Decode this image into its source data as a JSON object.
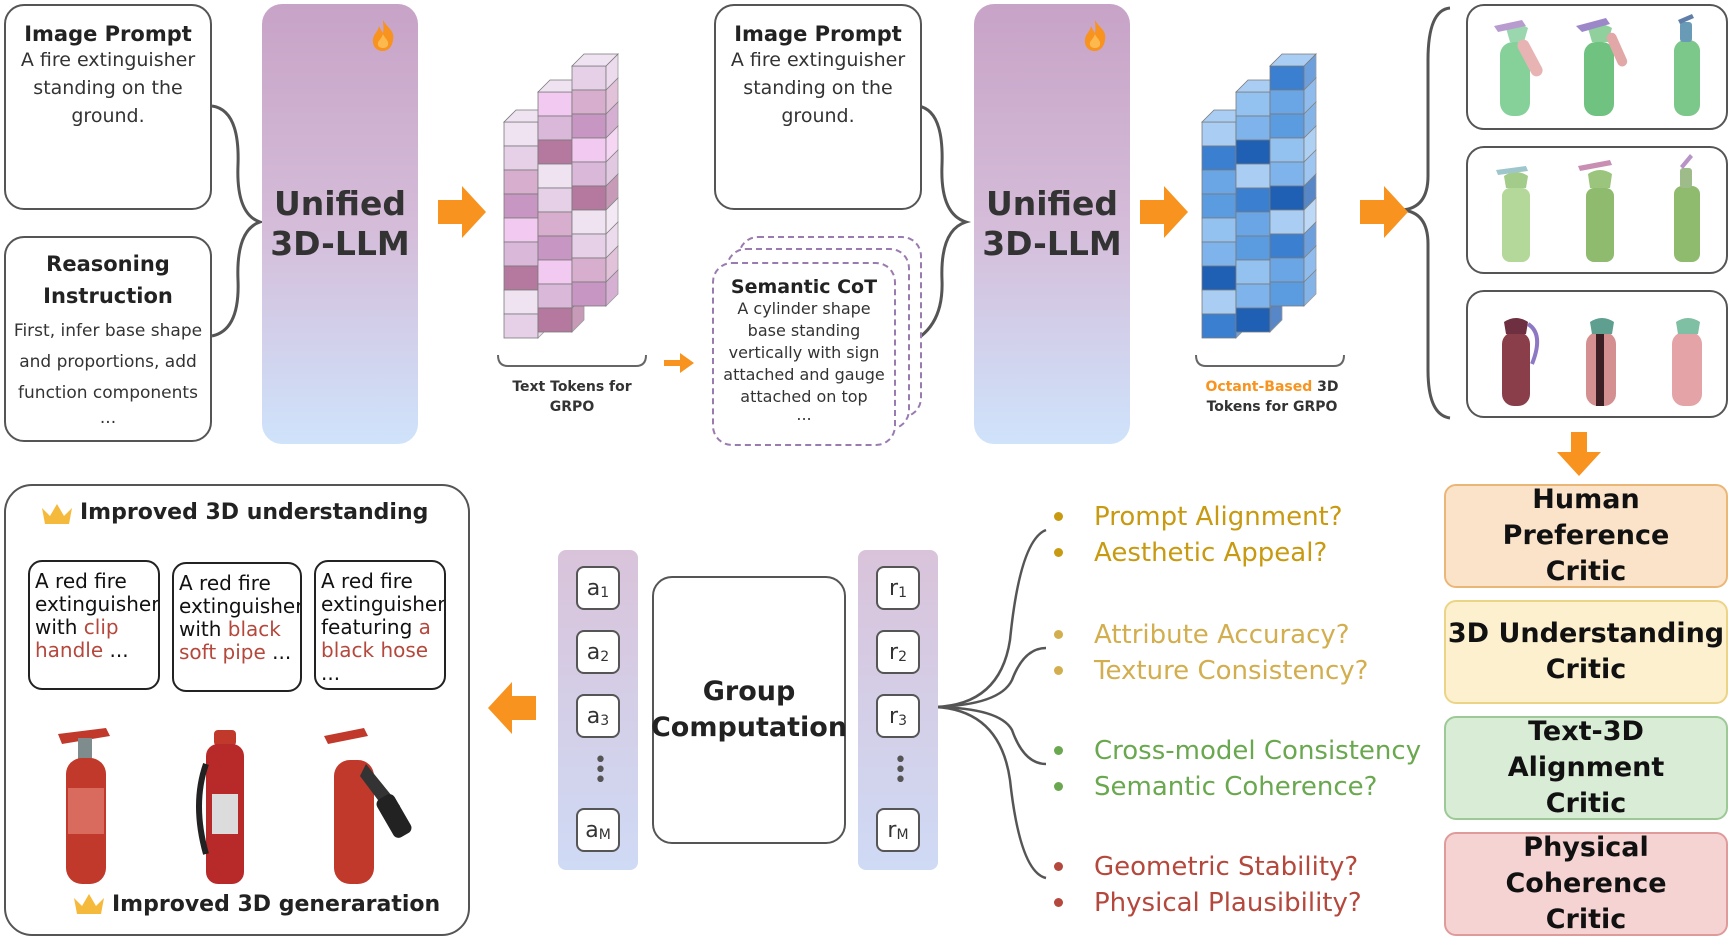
{
  "input_prompt": {
    "title": "Image Prompt",
    "lines": [
      "A fire extinguisher",
      "standing on the",
      "ground."
    ]
  },
  "reasoning": {
    "title_lines": [
      "Reasoning",
      "Instruction"
    ],
    "lines": [
      "First, infer base shape",
      "and proportions, add",
      "function components",
      "..."
    ]
  },
  "llm_label": "Unified\n3D-LLM",
  "text_tokens_label": [
    "Text Tokens for",
    "GRPO"
  ],
  "second_prompt": {
    "title": "Image Prompt",
    "lines": [
      "A fire extinguisher",
      "standing on the",
      "ground."
    ]
  },
  "semantic_cot": {
    "title": "Semantic CoT",
    "lines": [
      "A cylinder shape",
      "base standing",
      "vertically with sign",
      "attached and gauge",
      "attached on top",
      "..."
    ]
  },
  "octant_label": {
    "highlight": "Octant-Based",
    "rest": " 3D",
    "line2": "Tokens for GRPO"
  },
  "critics": [
    {
      "label": "Human Preference\nCritic",
      "bg": "#fbe3c9",
      "border": "#eab777"
    },
    {
      "label": "3D Understanding\nCritic",
      "bg": "#fcf0cf",
      "border": "#ecd487"
    },
    {
      "label": "Text-3D Alignment\nCritic",
      "bg": "#d9ecd6",
      "border": "#9cc995"
    },
    {
      "label": "Physical Coherence\nCritic",
      "bg": "#f6d3d3",
      "border": "#df9a9a"
    }
  ],
  "questions": [
    {
      "text": "Prompt Alignment?",
      "color": "#c89a12"
    },
    {
      "text": "Aesthetic Appeal?",
      "color": "#c89a12"
    },
    {
      "text": "Attribute Accuracy?",
      "color": "#d2ae4f"
    },
    {
      "text": "Texture Consistency?",
      "color": "#d2ae4f"
    },
    {
      "text": "Cross-model Consistency",
      "color": "#6aa84f"
    },
    {
      "text": "Semantic Coherence?",
      "color": "#6aa84f"
    },
    {
      "text": "Geometric Stability?",
      "color": "#b5483c"
    },
    {
      "text": "Physical Plausibility?",
      "color": "#b5483c"
    }
  ],
  "group_computation": "Group\nComputation",
  "advantages": {
    "sym": "a",
    "subs": [
      "1",
      "2",
      "3",
      "M"
    ]
  },
  "rewards": {
    "sym": "r",
    "subs": [
      "1",
      "2",
      "3",
      "M"
    ]
  },
  "results": {
    "understanding_title": "Improved 3D understanding",
    "generation_title": "Improved 3D generaration",
    "cards": [
      {
        "prefix": "A red fire extinguisher with ",
        "highlight": "clip handle",
        "suffix": " ..."
      },
      {
        "prefix": "A red fire extinguisher with ",
        "highlight": "black soft pipe",
        "suffix": " ..."
      },
      {
        "prefix": "A red fire extinguisher featuring ",
        "highlight": "a black hose",
        "suffix": " ..."
      }
    ]
  },
  "colors": {
    "arrow": "#f7931e",
    "llm_top": "#c7a3c7",
    "llm_bottom": "#cfe3fb"
  }
}
